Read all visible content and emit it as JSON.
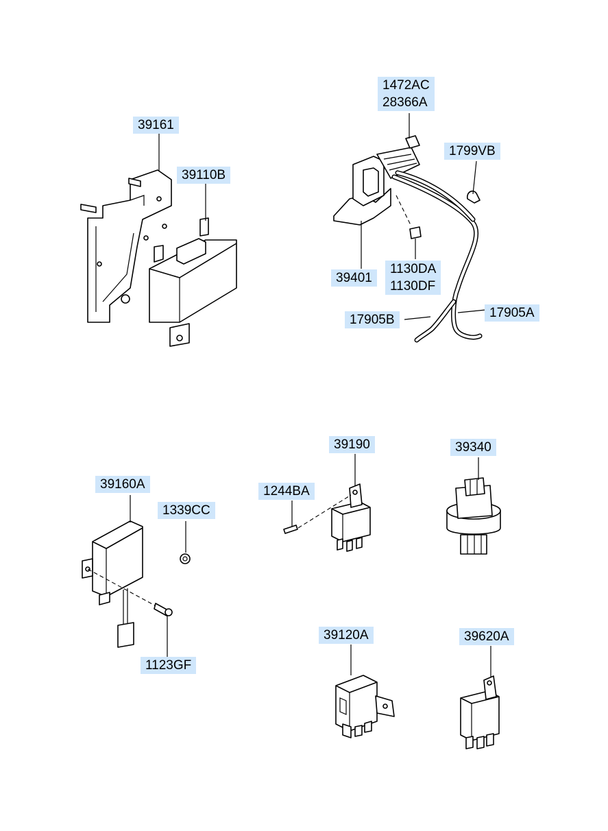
{
  "labels": {
    "p39161": "39161",
    "p39110B": "39110B",
    "p1472AC": "1472AC",
    "p28366A": "28366A",
    "p1799VB": "1799VB",
    "p39401": "39401",
    "p1130DA": "1130DA",
    "p1130DF": "1130DF",
    "p17905B": "17905B",
    "p17905A": "17905A",
    "p39160A": "39160A",
    "p1339CC": "1339CC",
    "p1123GF": "1123GF",
    "p39190": "39190",
    "p1244BA": "1244BA",
    "p39340": "39340",
    "p39120A": "39120A",
    "p39620A": "39620A"
  },
  "colors": {
    "label_background": "#cfe6fb",
    "line": "#000000"
  }
}
